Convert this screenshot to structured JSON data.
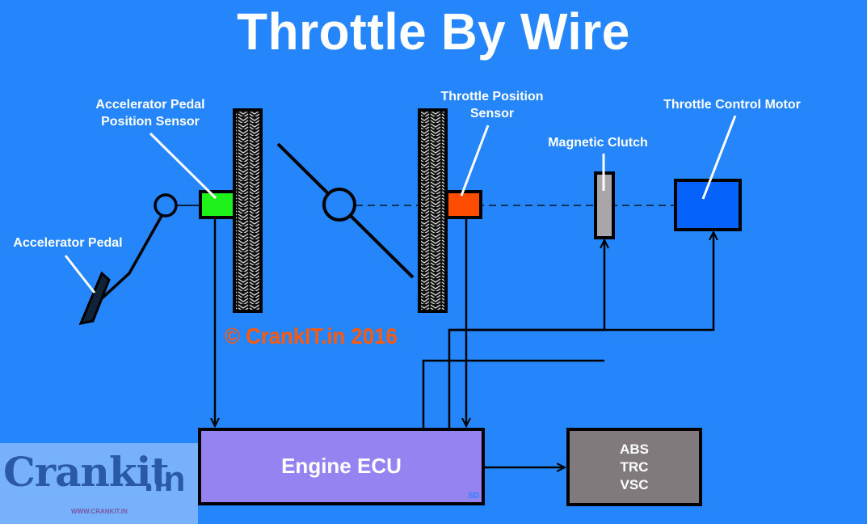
{
  "title": "Throttle By Wire",
  "labels": {
    "accelerator_pedal_position_sensor": [
      "Accelerator Pedal",
      "Position Sensor"
    ],
    "accelerator_pedal": "Accelerator Pedal",
    "throttle_position_sensor": [
      "Throttle Position",
      "Sensor"
    ],
    "magnetic_clutch": "Magnetic Clutch",
    "throttle_control_motor": "Throttle Control Motor"
  },
  "copyright": "© CrankIT.in 2016",
  "ecu": {
    "label": "Engine ECU",
    "mark": "SD"
  },
  "abs_box": {
    "lines": [
      "ABS",
      "TRC",
      "VSC"
    ]
  },
  "logo": {
    "word": "Crankit",
    "suffix": ".in",
    "url": "WWW.CRANKIT.IN"
  },
  "colors": {
    "background": "#2585fa",
    "apps_sensor": "#1ef21a",
    "tps_sensor": "#ff4d00",
    "clutch": "#a9a6a9",
    "motor": "#0562fb",
    "ecu": "#9683f2",
    "abs_box": "#817a7c",
    "copyright": "#ff5a0a"
  }
}
